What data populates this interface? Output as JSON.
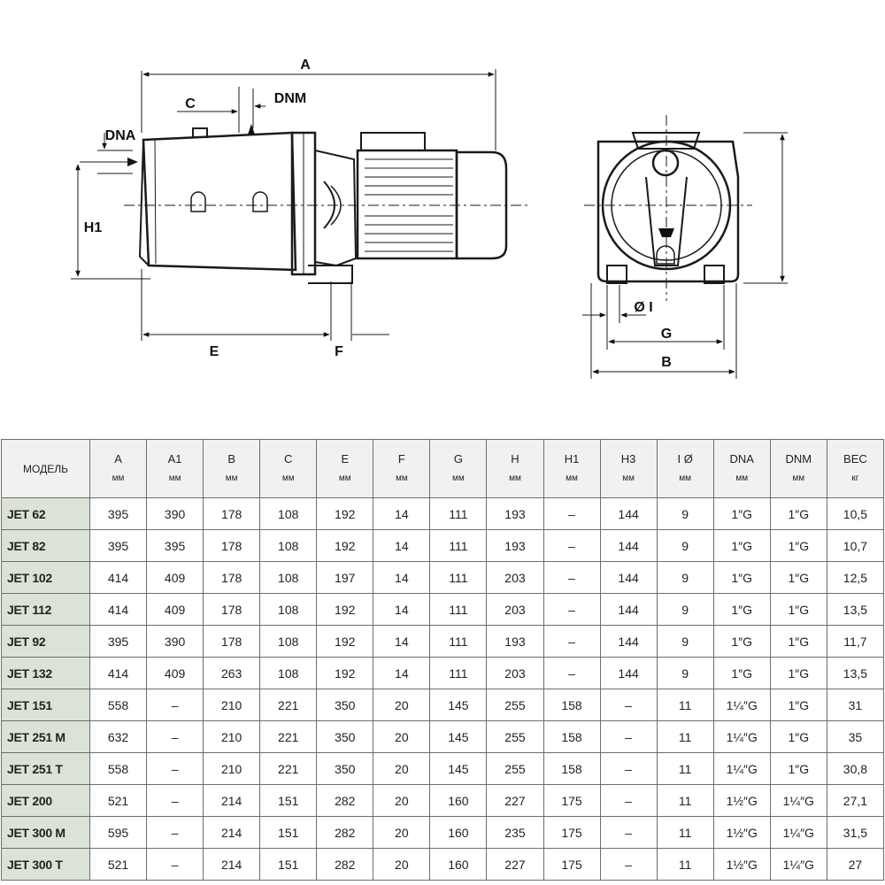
{
  "drawing": {
    "labels": {
      "a": "A",
      "c": "C",
      "dnm": "DNM",
      "dna": "DNA",
      "h1": "H1",
      "e": "E",
      "f": "F",
      "phi_i": "Ø I",
      "g": "G",
      "b": "B"
    }
  },
  "table": {
    "columns": [
      {
        "name": "МОДЕЛЬ",
        "unit": ""
      },
      {
        "name": "A",
        "unit": "мм"
      },
      {
        "name": "A1",
        "unit": "мм"
      },
      {
        "name": "B",
        "unit": "мм"
      },
      {
        "name": "C",
        "unit": "мм"
      },
      {
        "name": "E",
        "unit": "мм"
      },
      {
        "name": "F",
        "unit": "мм"
      },
      {
        "name": "G",
        "unit": "мм"
      },
      {
        "name": "H",
        "unit": "мм"
      },
      {
        "name": "H1",
        "unit": "мм"
      },
      {
        "name": "H3",
        "unit": "мм"
      },
      {
        "name": "I Ø",
        "unit": "мм"
      },
      {
        "name": "DNA",
        "unit": "мм"
      },
      {
        "name": "DNM",
        "unit": "мм"
      },
      {
        "name": "ВЕС",
        "unit": "кг"
      }
    ],
    "rows": [
      [
        "JET 62",
        "395",
        "390",
        "178",
        "108",
        "192",
        "14",
        "111",
        "193",
        "–",
        "144",
        "9",
        "1″G",
        "1″G",
        "10,5"
      ],
      [
        "JET 82",
        "395",
        "395",
        "178",
        "108",
        "192",
        "14",
        "111",
        "193",
        "–",
        "144",
        "9",
        "1″G",
        "1″G",
        "10,7"
      ],
      [
        "JET 102",
        "414",
        "409",
        "178",
        "108",
        "197",
        "14",
        "111",
        "203",
        "–",
        "144",
        "9",
        "1″G",
        "1″G",
        "12,5"
      ],
      [
        "JET 112",
        "414",
        "409",
        "178",
        "108",
        "192",
        "14",
        "111",
        "203",
        "–",
        "144",
        "9",
        "1″G",
        "1″G",
        "13,5"
      ],
      [
        "JET 92",
        "395",
        "390",
        "178",
        "108",
        "192",
        "14",
        "111",
        "193",
        "–",
        "144",
        "9",
        "1″G",
        "1″G",
        "11,7"
      ],
      [
        "JET 132",
        "414",
        "409",
        "263",
        "108",
        "192",
        "14",
        "111",
        "203",
        "–",
        "144",
        "9",
        "1″G",
        "1″G",
        "13,5"
      ],
      [
        "JET 151",
        "558",
        "–",
        "210",
        "221",
        "350",
        "20",
        "145",
        "255",
        "158",
        "–",
        "11",
        "1¼″G",
        "1″G",
        "31"
      ],
      [
        "JET 251 M",
        "632",
        "–",
        "210",
        "221",
        "350",
        "20",
        "145",
        "255",
        "158",
        "–",
        "11",
        "1¼″G",
        "1″G",
        "35"
      ],
      [
        "JET 251 T",
        "558",
        "–",
        "210",
        "221",
        "350",
        "20",
        "145",
        "255",
        "158",
        "–",
        "11",
        "1¼″G",
        "1″G",
        "30,8"
      ],
      [
        "JET 200",
        "521",
        "–",
        "214",
        "151",
        "282",
        "20",
        "160",
        "227",
        "175",
        "–",
        "11",
        "1½″G",
        "1¼″G",
        "27,1"
      ],
      [
        "JET 300 M",
        "595",
        "–",
        "214",
        "151",
        "282",
        "20",
        "160",
        "235",
        "175",
        "–",
        "11",
        "1½″G",
        "1¼″G",
        "31,5"
      ],
      [
        "JET 300 T",
        "521",
        "–",
        "214",
        "151",
        "282",
        "20",
        "160",
        "227",
        "175",
        "–",
        "11",
        "1½″G",
        "1¼″G",
        "27"
      ]
    ]
  }
}
